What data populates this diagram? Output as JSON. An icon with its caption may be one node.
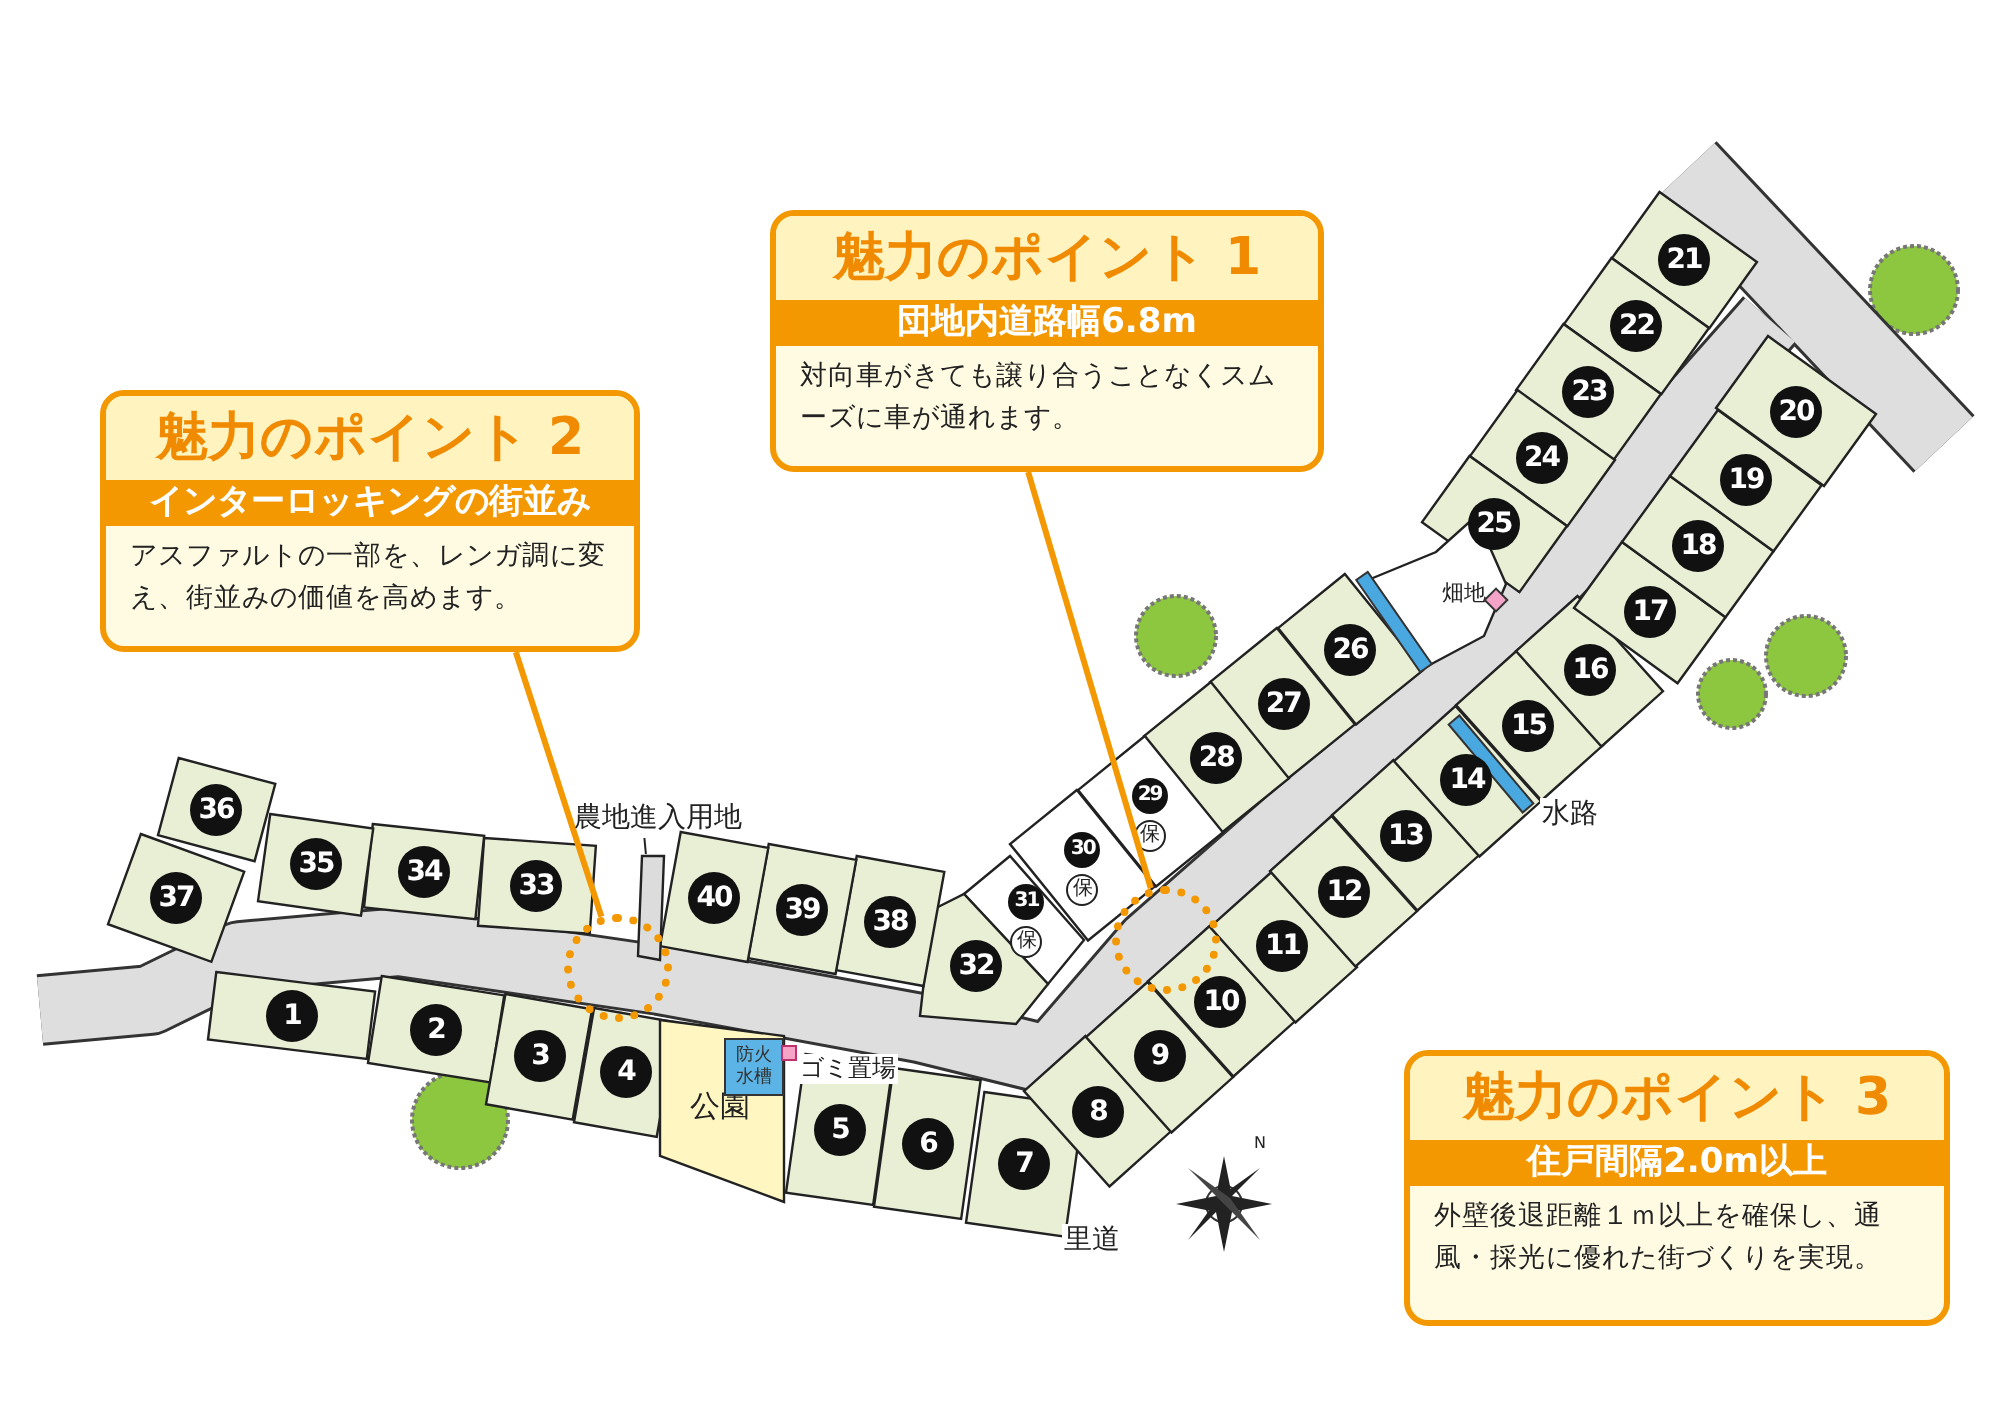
{
  "diagram": {
    "nodes": [
      {
        "text": [
          "魅力のポイント 1",
          "団地内道路幅6.8m",
          "対向車がきても譲り合うことなくスムーズに車が通れます。"
        ]
      },
      {
        "text": [
          "魅力のポイント 2",
          "インターロッキングの街並み",
          "アスファルトの一部を、レンガ調に変え、街並みの価値を高めます。"
        ]
      },
      {
        "text": [
          "魅力のポイント 3",
          "住戸間隔2.0m以上",
          "外壁後退距離１ｍ以上を確保し、通風・採光に優れた街づくりを実現。"
        ]
      },
      {
        "text": [],
        "shape": "circle"
      },
      {
        "text": [],
        "shape": "circle"
      },
      {
        "text": [
          "農地進入用地"
        ]
      },
      {
        "text": [],
        "shape": "bar"
      },
      {
        "text": [
          "1"
        ]
      },
      {
        "text": [
          "2"
        ]
      },
      {
        "text": [
          "3"
        ]
      },
      {
        "text": [
          "4"
        ]
      },
      {
        "text": [
          "5"
        ]
      },
      {
        "text": [
          "6"
        ]
      },
      {
        "text": [
          "7"
        ]
      },
      {
        "text": [
          "8"
        ]
      },
      {
        "text": [
          "9"
        ]
      },
      {
        "text": [
          "10"
        ]
      },
      {
        "text": [
          "11"
        ]
      },
      {
        "text": [
          "12"
        ]
      },
      {
        "text": [
          "13"
        ]
      },
      {
        "text": [
          "14"
        ]
      },
      {
        "text": [
          "15"
        ]
      },
      {
        "text": [
          "16"
        ]
      },
      {
        "text": [
          "17"
        ]
      },
      {
        "text": [
          "18"
        ]
      },
      {
        "text": [
          "19"
        ]
      },
      {
        "text": [
          "20"
        ]
      },
      {
        "text": [
          "21"
        ]
      },
      {
        "text": [
          "22"
        ]
      },
      {
        "text": [
          "23"
        ]
      },
      {
        "text": [
          "24"
        ]
      },
      {
        "text": [
          "25"
        ]
      },
      {
        "text": [
          "26"
        ]
      },
      {
        "text": [
          "27"
        ]
      },
      {
        "text": [
          "28"
        ]
      },
      {
        "text": [
          "29",
          "保"
        ]
      },
      {
        "text": [
          "30",
          "保"
        ]
      },
      {
        "text": [
          "31",
          "保"
        ]
      },
      {
        "text": [
          "32"
        ]
      },
      {
        "text": [
          "33"
        ]
      },
      {
        "text": [
          "34"
        ]
      },
      {
        "text": [
          "35"
        ]
      },
      {
        "text": [
          "36"
        ]
      },
      {
        "text": [
          "37"
        ]
      },
      {
        "text": [
          "38"
        ]
      },
      {
        "text": [
          "39"
        ]
      },
      {
        "text": [
          "40"
        ]
      },
      {
        "text": [
          "公園"
        ]
      },
      {
        "text": [
          "防火水槽"
        ],
        "in": 47
      },
      {
        "text": [
          "畑地"
        ]
      }
    ],
    "edges": [
      {
        "from": 1,
        "to": 3,
        "arrow": "none"
      },
      {
        "from": 0,
        "to": 4,
        "arrow": "none"
      },
      {
        "from": 5,
        "to": 6,
        "arrow": "none",
        "color": "#222222"
      }
    ],
    "labels": [
      "ゴミ置場",
      "水路",
      "里道",
      "N"
    ]
  }
}
